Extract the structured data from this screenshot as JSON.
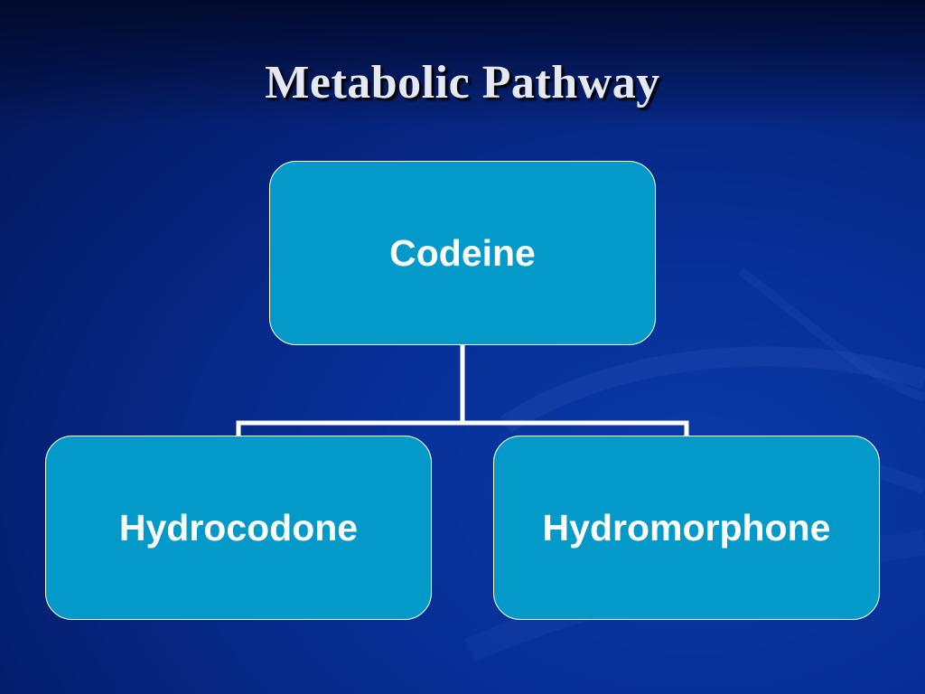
{
  "slide": {
    "title": "Metabolic Pathway"
  },
  "diagram": {
    "root": {
      "label": "Codeine"
    },
    "children": [
      {
        "label": "Hydrocodone"
      },
      {
        "label": "Hydromorphone"
      }
    ]
  },
  "colors": {
    "background": "#072f96",
    "node_fill": "#0399c9",
    "node_border": "#ffffff",
    "connector": "#ffffff",
    "title_text": "#e6e8f4"
  }
}
